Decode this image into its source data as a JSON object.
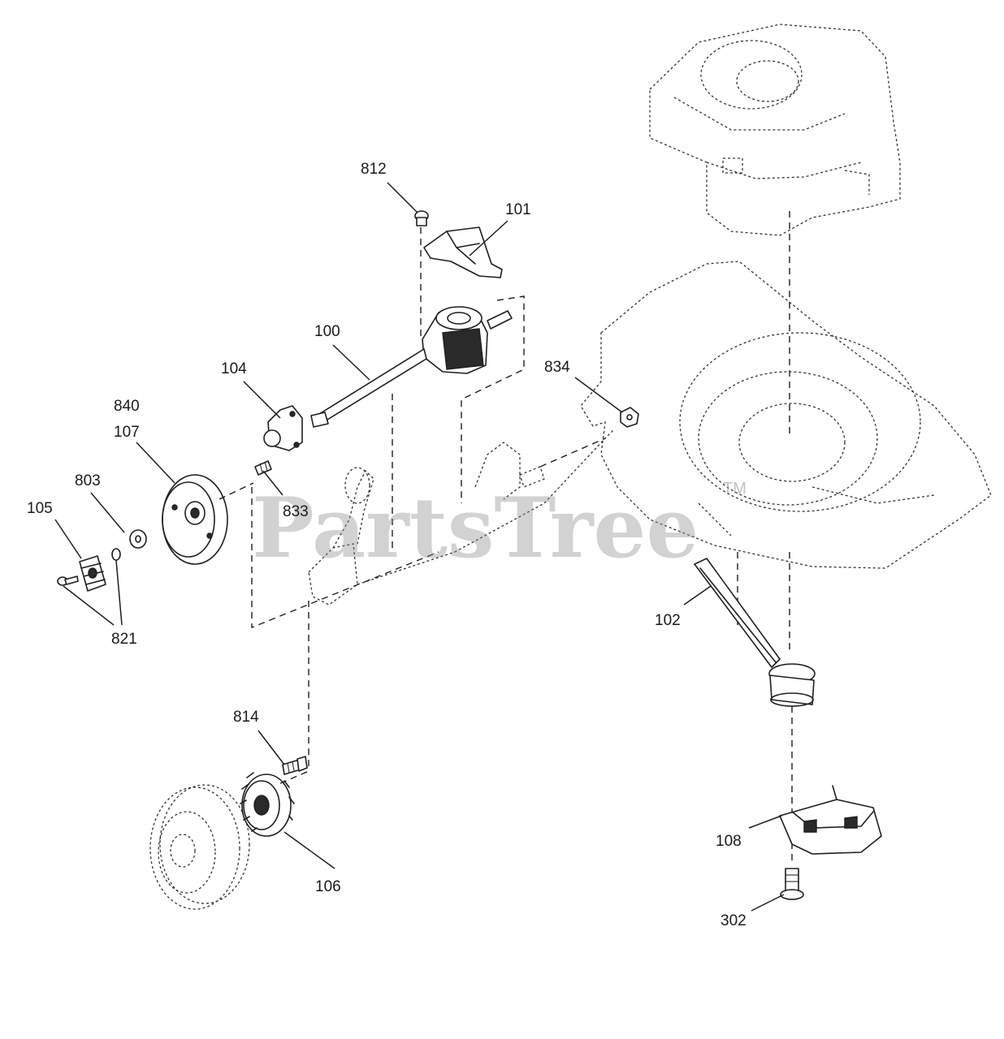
{
  "watermark": {
    "text": "PartsTree",
    "trademark": "TM"
  },
  "labels": {
    "p812": "812",
    "p101": "101",
    "p100": "100",
    "p104": "104",
    "p840": "840",
    "p107": "107",
    "p803": "803",
    "p105": "105",
    "p833": "833",
    "p821": "821",
    "p834": "834",
    "p102": "102",
    "p814": "814",
    "p106": "106",
    "p108": "108",
    "p302": "302"
  }
}
